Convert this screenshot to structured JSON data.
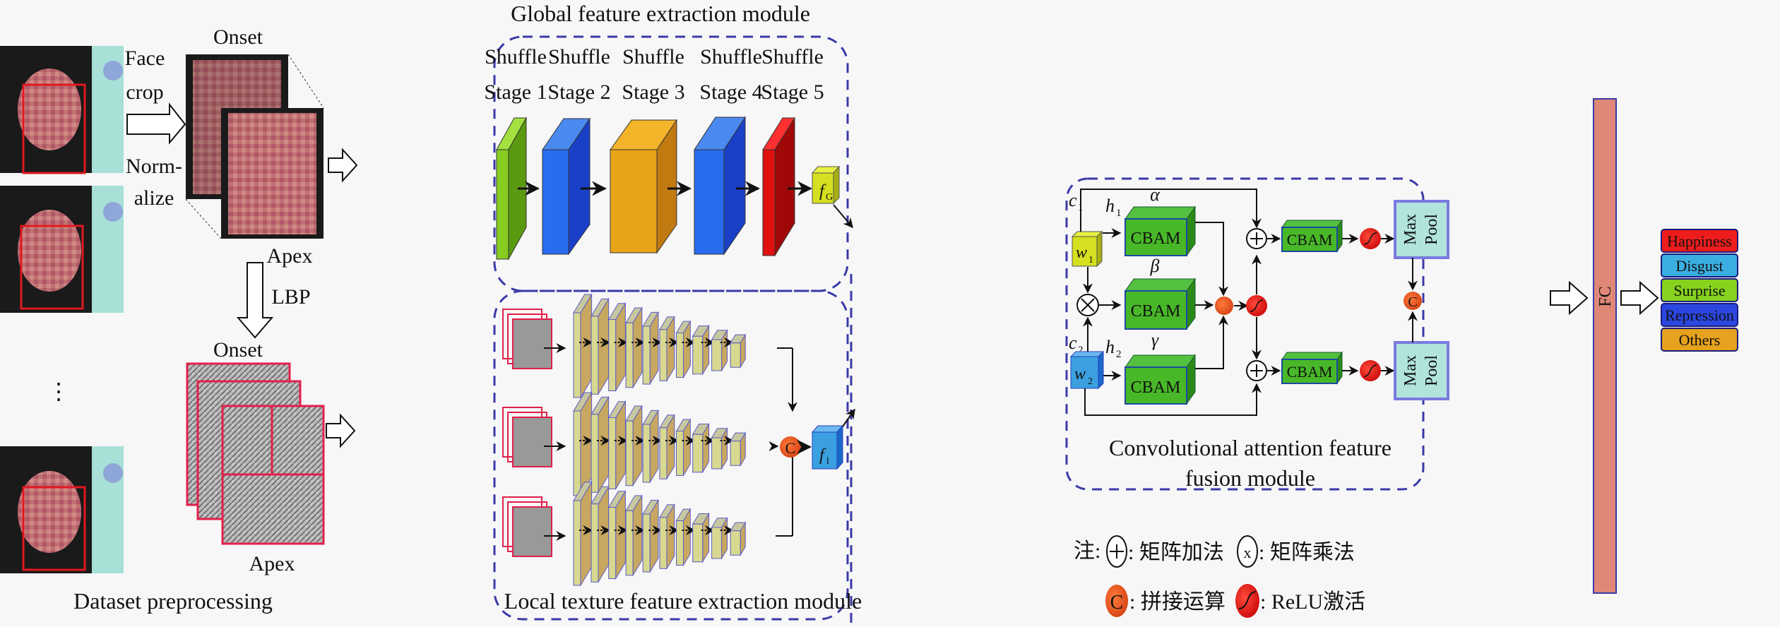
{
  "preprocessing": {
    "face_crop_label_1": "Face",
    "face_crop_label_2": "crop",
    "normalize_label_1": "Norm-",
    "normalize_label_2": "alize",
    "onset_top": "Onset",
    "apex_top": "Apex",
    "lbp_label": "LBP",
    "onset_lbp": "Onset",
    "apex_lbp": "Apex",
    "ellipsis": "⋮",
    "title": "Dataset preprocessing"
  },
  "global_module": {
    "title": "Global feature extraction module",
    "stages": [
      {
        "line1": "Shuffle",
        "line2": "Stage 1",
        "color": "#7cc41c"
      },
      {
        "line1": "Shuffle",
        "line2": "Stage 2",
        "color": "#2a6cf0"
      },
      {
        "line1": "Shuffle",
        "line2": "Stage 3",
        "color": "#e8a418"
      },
      {
        "line1": "Shuffle",
        "line2": "Stage 4",
        "color": "#2a6cf0"
      },
      {
        "line1": "Shuffle",
        "line2": "Stage 5",
        "color": "#e01010"
      }
    ],
    "output_label": "f",
    "output_sub": "G"
  },
  "local_module": {
    "title": "Local texture feature extraction module",
    "branches": 3,
    "concat_label": "C",
    "output_label": "f",
    "output_sub": "l"
  },
  "fusion_module": {
    "title_line1": "Convolutional attention feature",
    "title_line2": "fusion module",
    "c1": "c",
    "c1_sub": "1",
    "c2": "c",
    "c2_sub": "2",
    "h1": "h",
    "h1_sub": "1",
    "h2": "h",
    "h2_sub": "2",
    "w1": "w",
    "w1_sub": "1",
    "w2": "w",
    "w2_sub": "2",
    "alpha": "α",
    "beta": "β",
    "gamma": "γ",
    "cbam_label": "CBAM",
    "maxpool_line1": "Max",
    "maxpool_line2": "Pool",
    "concat_label": "C"
  },
  "classifier": {
    "fc_label": "FC",
    "classes": [
      {
        "label": "Happiness",
        "color": "#ee1c1c"
      },
      {
        "label": "Disgust",
        "color": "#3aaee0"
      },
      {
        "label": "Surprise",
        "color": "#86d21e"
      },
      {
        "label": "Repression",
        "color": "#2c46e0"
      },
      {
        "label": "Others",
        "color": "#e6a21e"
      }
    ]
  },
  "legend": {
    "note": "注:",
    "add": ": 矩阵加法",
    "multiply": ": 矩阵乘法",
    "concat": ": 拼接运算",
    "relu": ": ReLU激活",
    "concat_symbol": "C"
  }
}
